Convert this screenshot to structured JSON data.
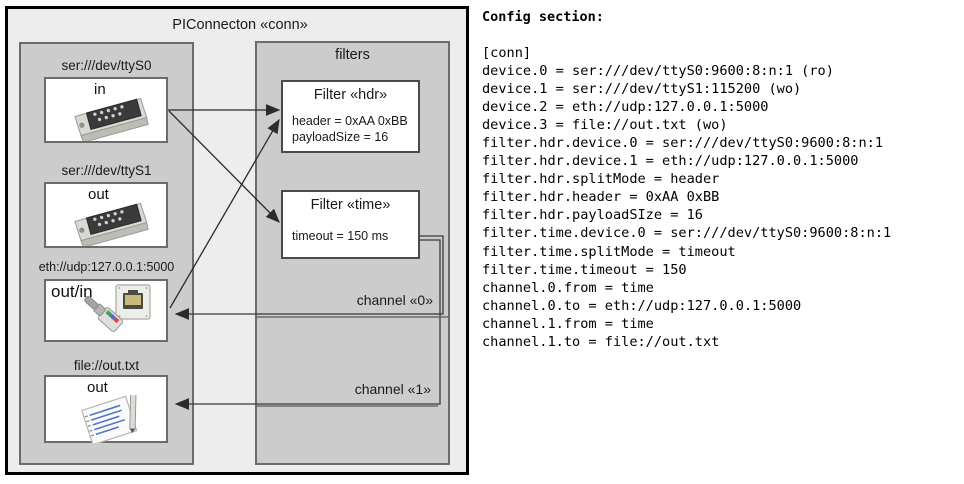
{
  "diagram": {
    "title": "PIConnecton «conn»",
    "devices_group": {
      "title": ""
    },
    "filters_group": {
      "title": "filters"
    },
    "devices": [
      {
        "caption": "ser:///dev/ttyS0",
        "label": "in",
        "icon": "serial-connector-icon"
      },
      {
        "caption": "ser:///dev/ttyS1",
        "label": "out",
        "icon": "serial-connector-icon"
      },
      {
        "caption": "eth://udp:127.0.0.1:5000",
        "label": "out/in",
        "icon": "ethernet-jack-icon"
      },
      {
        "caption": "file://out.txt",
        "label": "out",
        "icon": "document-pen-icon"
      }
    ],
    "filters": [
      {
        "title": "Filter «hdr»",
        "props": [
          "header = 0xAA 0xBB",
          "payloadSize = 16"
        ]
      },
      {
        "title": "Filter «time»",
        "props": [
          "timeout = 150 ms"
        ]
      }
    ],
    "channels": [
      {
        "label": "channel «0»"
      },
      {
        "label": "channel «1»"
      }
    ],
    "colors": {
      "frame_border": "#000000",
      "panel_bg": "#ededed",
      "group_bg": "#cccccc",
      "group_border": "#6b6b6b",
      "card_bg": "#ffffff",
      "card_border": "#6b6b6b",
      "connector_line": "#333333"
    }
  },
  "config": {
    "heading": "Config section:",
    "lines": [
      "[conn]",
      "device.0 = ser:///dev/ttyS0:9600:8:n:1 (ro)",
      "device.1 = ser:///dev/ttyS1:115200 (wo)",
      "device.2 = eth://udp:127.0.0.1:5000",
      "device.3 = file://out.txt (wo)",
      "filter.hdr.device.0 = ser:///dev/ttyS0:9600:8:n:1",
      "filter.hdr.device.1 = eth://udp:127.0.0.1:5000",
      "filter.hdr.splitMode = header",
      "filter.hdr.header = 0xAA 0xBB",
      "filter.hdr.payloadSIze = 16",
      "filter.time.device.0 = ser:///dev/ttyS0:9600:8:n:1",
      "filter.time.splitMode = timeout",
      "filter.time.timeout = 150",
      "channel.0.from = time",
      "channel.0.to = eth://udp:127.0.0.1:5000",
      "channel.1.from = time",
      "channel.1.to = file://out.txt"
    ],
    "text": "[conn]\ndevice.0 = ser:///dev/ttyS0:9600:8:n:1 (ro)\ndevice.1 = ser:///dev/ttyS1:115200 (wo)\ndevice.2 = eth://udp:127.0.0.1:5000\ndevice.3 = file://out.txt (wo)\nfilter.hdr.device.0 = ser:///dev/ttyS0:9600:8:n:1\nfilter.hdr.device.1 = eth://udp:127.0.0.1:5000\nfilter.hdr.splitMode = header\nfilter.hdr.header = 0xAA 0xBB\nfilter.hdr.payloadSIze = 16\nfilter.time.device.0 = ser:///dev/ttyS0:9600:8:n:1\nfilter.time.splitMode = timeout\nfilter.time.timeout = 150\nchannel.0.from = time\nchannel.0.to = eth://udp:127.0.0.1:5000\nchannel.1.from = time\nchannel.1.to = file://out.txt"
  }
}
